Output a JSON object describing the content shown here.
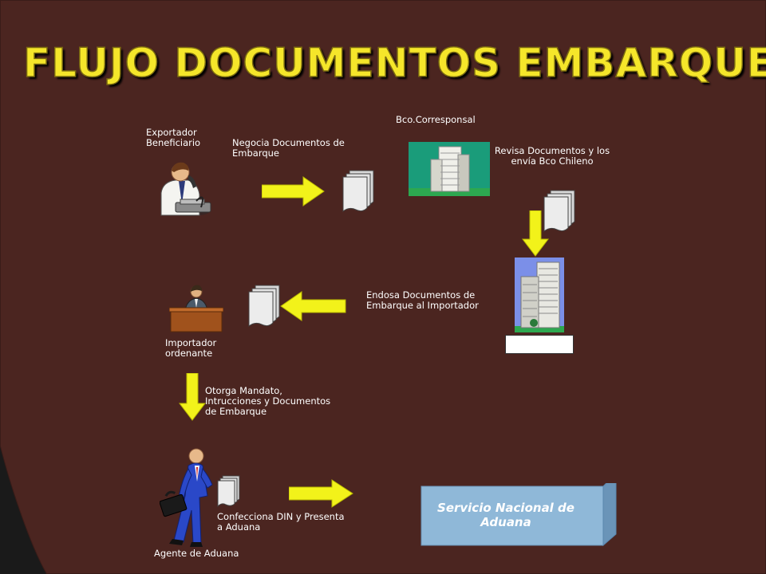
{
  "title": "FLUJO DOCUMENTOS EMBARQUE",
  "exportador": {
    "line1": "Exportador",
    "line2": "Beneficiario"
  },
  "negocia": {
    "line1": "Negocia Documentos de",
    "line2": "Embarque"
  },
  "corresponsal": "Bco.Corresponsal",
  "revisa": {
    "line1": "Revisa Documentos y los",
    "line2": "envía Bco Chileno"
  },
  "endosa": {
    "line1": "Endosa Documentos de",
    "line2": "Embarque al Importador"
  },
  "importador": {
    "line1": "Importador",
    "line2": "ordenante"
  },
  "otorga": {
    "line1": "Otorga Mandato,",
    "line2": "Intrucciones y Documentos",
    "line3": "de Embarque"
  },
  "confecciona": {
    "line1": "Confecciona  DIN y Presenta",
    "line2": "a Aduana"
  },
  "agente": "Agente de Aduana",
  "servicio": {
    "line1": "Servicio Nacional de",
    "line2": "Aduana"
  },
  "colors": {
    "background": "#121212",
    "panel": "#4b2520",
    "arrow": "#f2f21a",
    "title": "#f5e62a",
    "box": "#8fb8d8"
  }
}
